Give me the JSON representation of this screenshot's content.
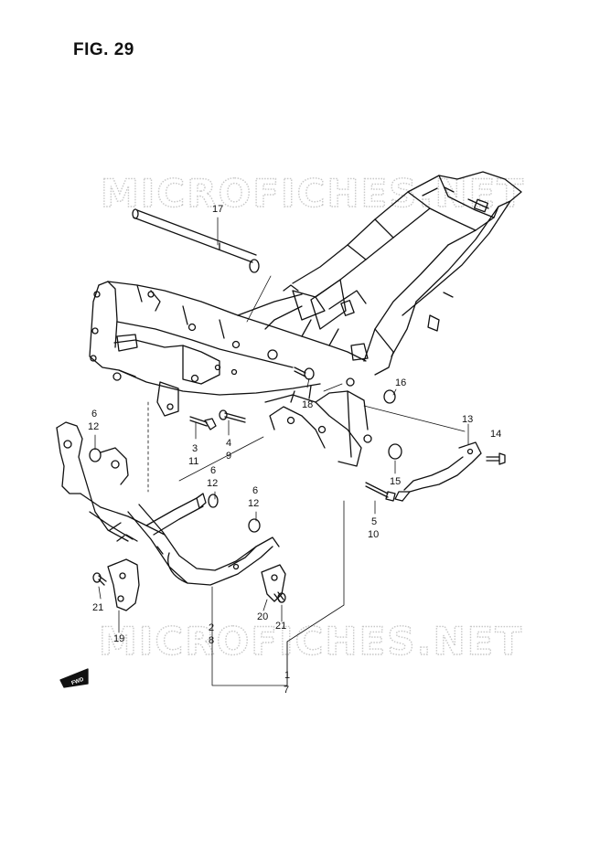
{
  "figure": {
    "title": "FIG. 29",
    "watermark_top": "MICROFICHES.NET",
    "watermark_bottom": "MICROFICHES.NET",
    "fwd_label": "FWD"
  },
  "callouts": [
    {
      "id": "c17",
      "text": "17"
    },
    {
      "id": "c16",
      "text": "16"
    },
    {
      "id": "c18",
      "text": "18"
    },
    {
      "id": "c6a",
      "text": "6"
    },
    {
      "id": "c12a",
      "text": "12"
    },
    {
      "id": "c3",
      "text": "3"
    },
    {
      "id": "c11",
      "text": "11"
    },
    {
      "id": "c4",
      "text": "4"
    },
    {
      "id": "c9",
      "text": "9"
    },
    {
      "id": "c6b",
      "text": "6"
    },
    {
      "id": "c12b",
      "text": "12"
    },
    {
      "id": "c6c",
      "text": "6"
    },
    {
      "id": "c12c",
      "text": "12"
    },
    {
      "id": "c13",
      "text": "13"
    },
    {
      "id": "c14",
      "text": "14"
    },
    {
      "id": "c15",
      "text": "15"
    },
    {
      "id": "c5",
      "text": "5"
    },
    {
      "id": "c10",
      "text": "10"
    },
    {
      "id": "c21a",
      "text": "21"
    },
    {
      "id": "c19",
      "text": "19"
    },
    {
      "id": "c20",
      "text": "20"
    },
    {
      "id": "c21b",
      "text": "21"
    },
    {
      "id": "c2",
      "text": "2"
    },
    {
      "id": "c8",
      "text": "8"
    },
    {
      "id": "c1",
      "text": "1"
    },
    {
      "id": "c7",
      "text": "7"
    }
  ]
}
